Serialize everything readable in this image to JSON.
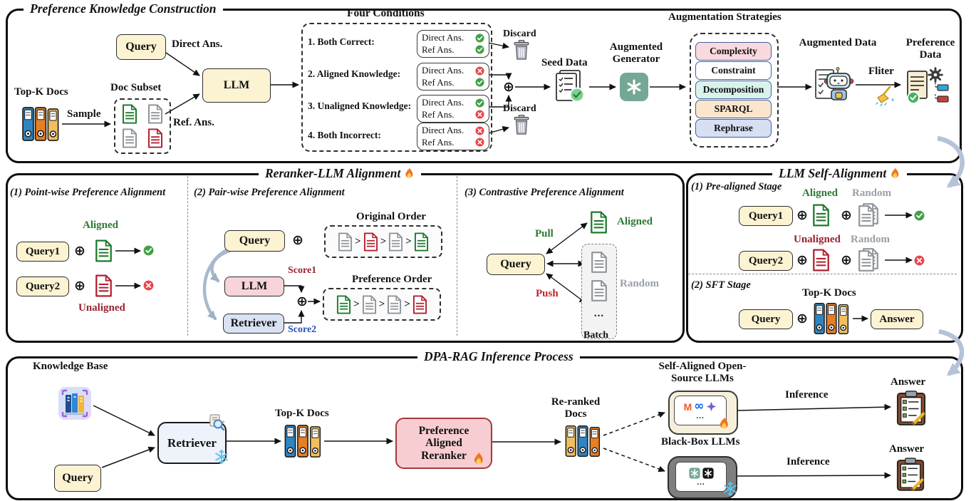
{
  "construction": {
    "title": "Preference Knowledge Construction",
    "query": "Query",
    "llm": "LLM",
    "direct_ans": "Direct Ans.",
    "ref_ans": "Ref. Ans.",
    "topk_docs": "Top-K Docs",
    "sample": "Sample",
    "doc_subset": "Doc Subset",
    "four_conditions": {
      "title": "Four Conditions",
      "direct": "Direct Ans.",
      "ref": "Ref Ans.",
      "discard": "Discard",
      "rows": [
        {
          "label": "1. Both Correct:",
          "direct_ok": true,
          "ref_ok": true,
          "route": "discard"
        },
        {
          "label": "2. Aligned Knowledge:",
          "direct_ok": false,
          "ref_ok": true,
          "route": "seed"
        },
        {
          "label": "3. Unaligned Knowledge:",
          "direct_ok": true,
          "ref_ok": false,
          "route": "seed"
        },
        {
          "label": "4. Both Incorrect:",
          "direct_ok": false,
          "ref_ok": false,
          "route": "discard"
        }
      ]
    },
    "seed_data": "Seed Data",
    "augmented_generator": "Augmented Generator",
    "augmentation": {
      "title": "Augmentation Strategies",
      "items": [
        "Complexity",
        "Constraint",
        "Decomposition",
        "SPARQL",
        "Rephrase"
      ],
      "colors": [
        "#f9d9de",
        "#ffffff",
        "#d9f2ec",
        "#fbe5cd",
        "#d7dff2"
      ]
    },
    "augmented_data": "Augmented Data",
    "filter": "Fliter",
    "preference_data": "Preference Data"
  },
  "reranker_alignment": {
    "title": "Reranker-LLM Alignment",
    "pointwise": {
      "title": "(1) Point-wise Preference Alignment",
      "query1": "Query1",
      "query2": "Query2",
      "aligned": "Aligned",
      "unaligned": "Unaligned"
    },
    "pairwise": {
      "title": "(2) Pair-wise Preference Alignment",
      "query": "Query",
      "llm": "LLM",
      "retriever": "Retriever",
      "score1": "Score1",
      "score2": "Score2",
      "original_order": "Original Order",
      "preference_order": "Preference Order"
    },
    "contrastive": {
      "title": "(3) Contrastive Preference Alignment",
      "query": "Query",
      "pull": "Pull",
      "push": "Push",
      "aligned": "Aligned",
      "random": "Random",
      "batch": "Batch",
      "ellipsis": "..."
    }
  },
  "self_alignment": {
    "title": "LLM Self-Alignment",
    "prealigned": {
      "title": "(1) Pre-aligned Stage",
      "query1": "Query1",
      "query2": "Query2",
      "aligned": "Aligned",
      "unaligned": "Unaligned",
      "random": "Random"
    },
    "sft": {
      "title": "(2) SFT Stage",
      "query": "Query",
      "topk_docs": "Top-K Docs",
      "answer": "Answer"
    }
  },
  "inference": {
    "title": "DPA-RAG Inference Process",
    "knowledge_base": "Knowledge Base",
    "query": "Query",
    "retriever": "Retriever",
    "topk_docs": "Top-K Docs",
    "reranker": "Preference Aligned Reranker",
    "reranked_docs": "Re-ranked Docs",
    "open_source_llms": "Self-Aligned Open-Source LLMs",
    "black_box_llms": "Black-Box LLMs",
    "inference_label": "Inference",
    "answer": "Answer",
    "ellipsis": "..."
  },
  "misc": {
    "oplus": "⊕",
    "gt": ">",
    "colors": {
      "aligned_green": "#2d7a33",
      "unaligned_red": "#9c2130",
      "random_gray": "#9aa0a6",
      "score1_red": "#9c2130",
      "score2_blue": "#2b50b8",
      "yellow_box": "#fcf3d2",
      "pink_box": "#f7d4da",
      "blue_box": "#d9e2f3",
      "reranker_pink": "#f8cdd2"
    }
  }
}
